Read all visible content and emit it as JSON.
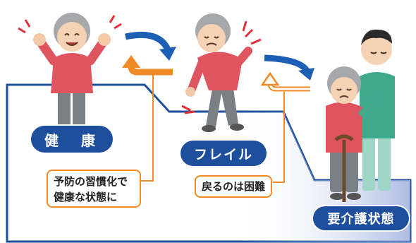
{
  "stages": {
    "healthy": "健　康",
    "frail": "フレイル",
    "care_needed": "要介護状態"
  },
  "notes": {
    "prevention_line1": "予防の習慣化で",
    "prevention_line2": "健康な状態に",
    "difficult_return": "戻るのは困難"
  },
  "colors": {
    "stage_blue": "#1e4f9c",
    "arrow_blue": "#1d5fb4",
    "arrow_orange": "#f08a24",
    "outline_blue": "#1e4f9c"
  },
  "icons": [
    "healthy-elderly-woman",
    "frail-elderly-woman",
    "caregiver-with-elderly-woman"
  ]
}
